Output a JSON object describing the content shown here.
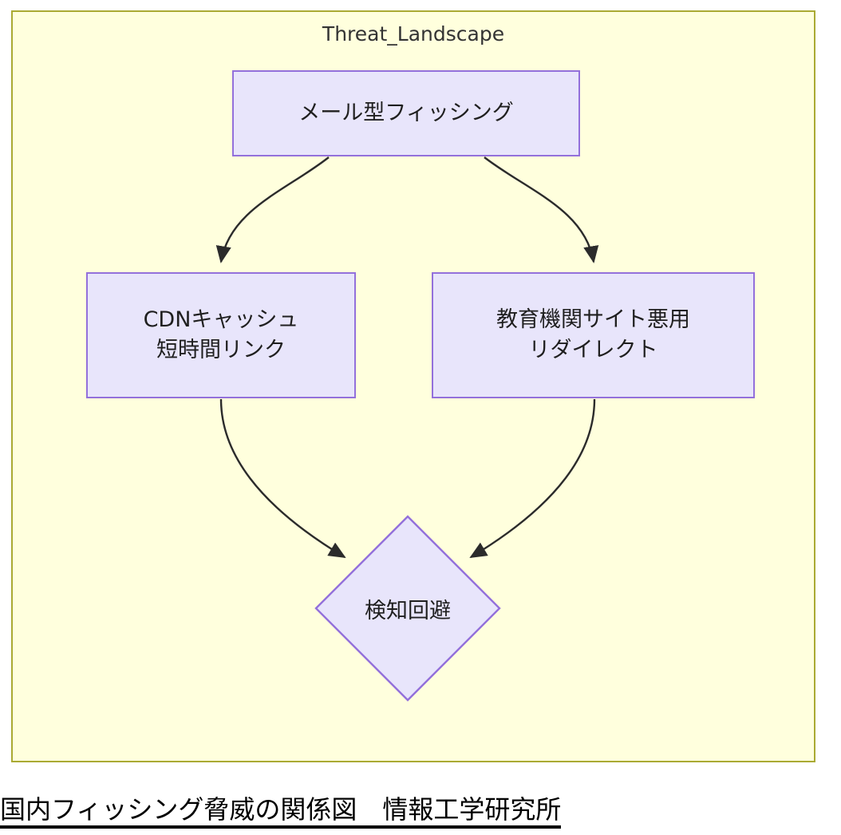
{
  "diagram": {
    "subgraph": {
      "title": "Threat_Landscape",
      "fill_color": "#ffffdd",
      "border_color": "#aaaa33"
    },
    "node_style": {
      "fill_color": "#e8e5fb",
      "border_color": "#9370db",
      "text_color": "#1f1f1f"
    },
    "edge_color": "#333333",
    "nodes": [
      {
        "id": "phishing",
        "shape": "rect",
        "label": "メール型フィッシング"
      },
      {
        "id": "cdn",
        "shape": "rect",
        "label": "CDNキャッシュ\n短時間リンク"
      },
      {
        "id": "edu",
        "shape": "rect",
        "label": "教育機関サイト悪用\nリダイレクト"
      },
      {
        "id": "evasion",
        "shape": "diamond",
        "label": "検知回避"
      }
    ],
    "edges": [
      {
        "from": "phishing",
        "to": "cdn",
        "label": ""
      },
      {
        "from": "phishing",
        "to": "edu",
        "label": ""
      },
      {
        "from": "cdn",
        "to": "evasion",
        "label": ""
      },
      {
        "from": "edu",
        "to": "evasion",
        "label": ""
      }
    ]
  },
  "caption": {
    "text": "国内フィッシング脅威の関係図　情報工学研究所"
  }
}
